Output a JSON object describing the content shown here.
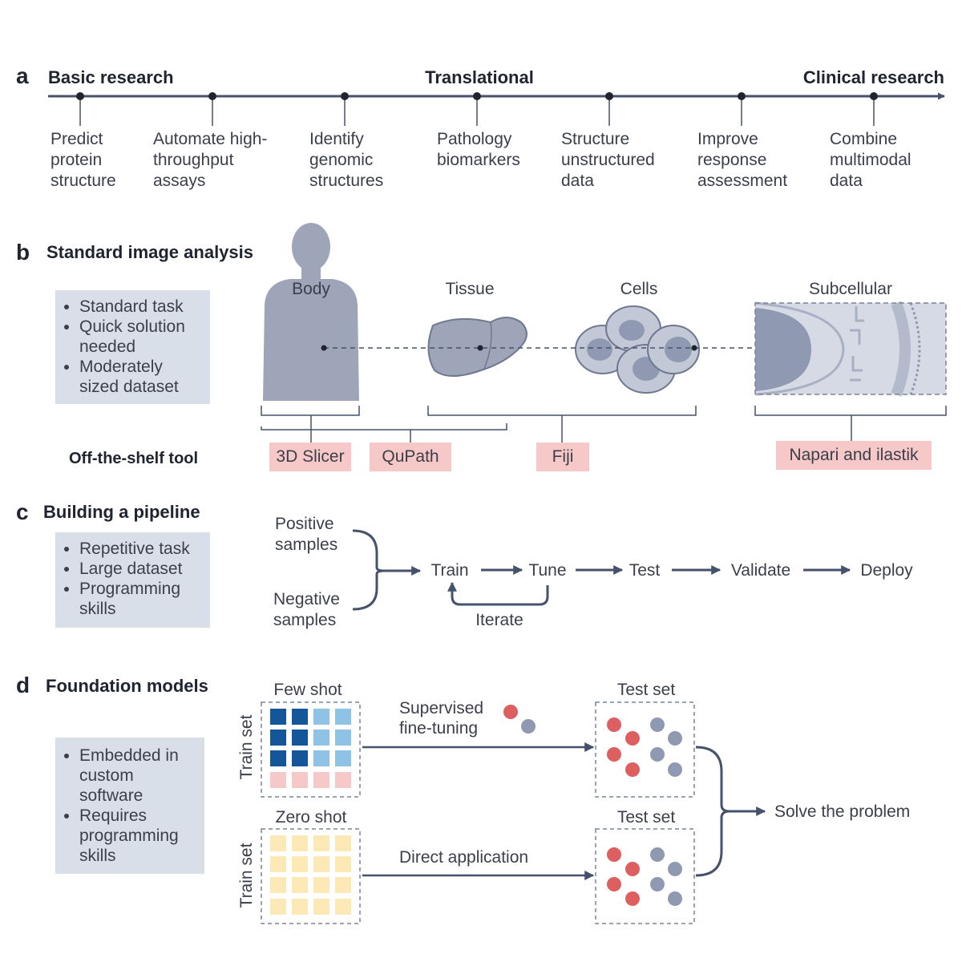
{
  "panel_a": {
    "letter": "a",
    "headers": {
      "left": "Basic research",
      "middle": "Translational",
      "right": "Clinical research"
    },
    "stages": [
      [
        "Predict",
        "protein",
        "structure"
      ],
      [
        "Automate high-",
        "throughput",
        "assays"
      ],
      [
        "Identify",
        "genomic",
        "structures"
      ],
      [
        "Pathology",
        "biomarkers"
      ],
      [
        "Structure",
        "unstructured",
        "data"
      ],
      [
        "Improve",
        "response",
        "assessment"
      ],
      [
        "Combine",
        "multimodal",
        "data"
      ]
    ]
  },
  "panel_b": {
    "letter": "b",
    "title": "Standard image analysis",
    "bullets": [
      "Standard task",
      "Quick solution needed",
      "Moderately sized dataset"
    ],
    "scales": {
      "body": "Body",
      "tissue": "Tissue",
      "cells": "Cells",
      "subcellular": "Subcellular"
    },
    "tool_label": "Off-the-shelf tool",
    "tools": [
      "3D Slicer",
      "QuPath",
      "Fiji",
      "Napari and ilastik"
    ]
  },
  "panel_c": {
    "letter": "c",
    "title": "Building a pipeline",
    "bullets": [
      "Repetitive task",
      "Large dataset",
      "Programming skills"
    ],
    "inputs": {
      "positive": [
        "Positive",
        "samples"
      ],
      "negative": [
        "Negative",
        "samples"
      ]
    },
    "steps": [
      "Train",
      "Tune",
      "Test",
      "Validate",
      "Deploy"
    ],
    "loop": "Iterate"
  },
  "panel_d": {
    "letter": "d",
    "title": "Foundation models",
    "bullets": [
      "Embedded in custom software",
      "Requires programming skills"
    ],
    "few_shot": "Few shot",
    "zero_shot": "Zero shot",
    "train_set": "Train set",
    "test_set": "Test set",
    "supervised": [
      "Supervised",
      "fine-tuning"
    ],
    "direct": "Direct application",
    "solve": "Solve the problem"
  },
  "colors": {
    "line": "#45526b",
    "box": "#d9dfe8",
    "tool": "#f7c8c8",
    "organ": "#9ea5b8",
    "dark_blue": "#13579a",
    "light_blue": "#8fc3e6",
    "pink": "#f7c8c8",
    "yellow": "#fde9b5",
    "red_dot": "#de5f5f",
    "grey_dot": "#8f9ab2"
  }
}
